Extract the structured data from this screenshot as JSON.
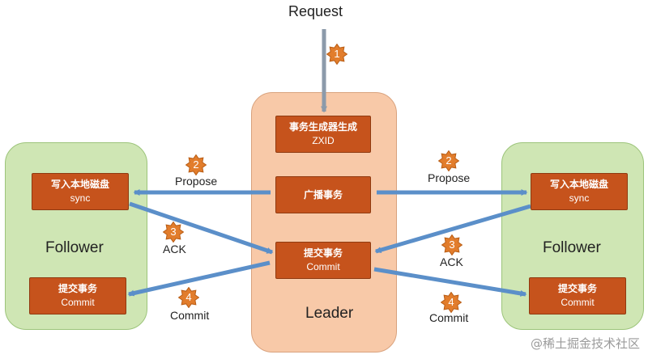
{
  "request": "Request",
  "left_follower": {
    "title": "Follower",
    "write_box": {
      "line1": "写入本地磁盘",
      "line2": "sync"
    },
    "commit_box": {
      "line1": "提交事务",
      "line2": "Commit"
    }
  },
  "leader": {
    "title": "Leader",
    "gen_box": {
      "line1": "事务生成器生成",
      "line2": "ZXID"
    },
    "broadcast_box": {
      "line1": "广播事务"
    },
    "commit_box": {
      "line1": "提交事务",
      "line2": "Commit"
    }
  },
  "right_follower": {
    "title": "Follower",
    "write_box": {
      "line1": "写入本地磁盘",
      "line2": "sync"
    },
    "commit_box": {
      "line1": "提交事务",
      "line2": "Commit"
    }
  },
  "labels": {
    "propose_left": "Propose",
    "propose_right": "Propose",
    "ack_left": "ACK",
    "ack_right": "ACK",
    "commit_left": "Commit",
    "commit_right": "Commit"
  },
  "steps": {
    "request": "1",
    "propose_left": "2",
    "propose_right": "2",
    "ack_left": "3",
    "ack_right": "3",
    "commit_left": "4",
    "commit_right": "4"
  },
  "watermark": "@稀土掘金技术社区",
  "colors": {
    "follower_fill": "#cfe6b4",
    "leader_fill": "#f8c9a8",
    "box_fill": "#c6531c",
    "arrow": "#5b8fc9",
    "badge": "#e27d2c"
  }
}
